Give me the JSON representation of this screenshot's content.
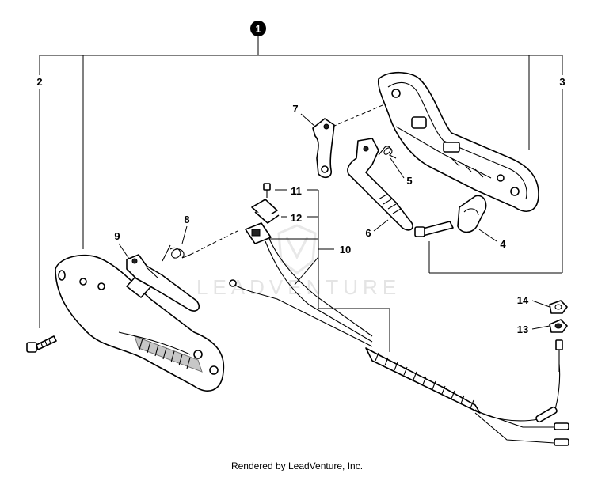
{
  "diagram": {
    "assembly_number": "1",
    "watermark": "LEADVENTURE",
    "callouts": [
      {
        "id": "2",
        "label": "2"
      },
      {
        "id": "3",
        "label": "3"
      },
      {
        "id": "4",
        "label": "4"
      },
      {
        "id": "5",
        "label": "5"
      },
      {
        "id": "6",
        "label": "6"
      },
      {
        "id": "7",
        "label": "7"
      },
      {
        "id": "8",
        "label": "8"
      },
      {
        "id": "9",
        "label": "9"
      },
      {
        "id": "10",
        "label": "10"
      },
      {
        "id": "11",
        "label": "11"
      },
      {
        "id": "12",
        "label": "12"
      },
      {
        "id": "13",
        "label": "13"
      },
      {
        "id": "14",
        "label": "14"
      }
    ]
  },
  "footer": {
    "credit": "Rendered by LeadVenture, Inc."
  }
}
